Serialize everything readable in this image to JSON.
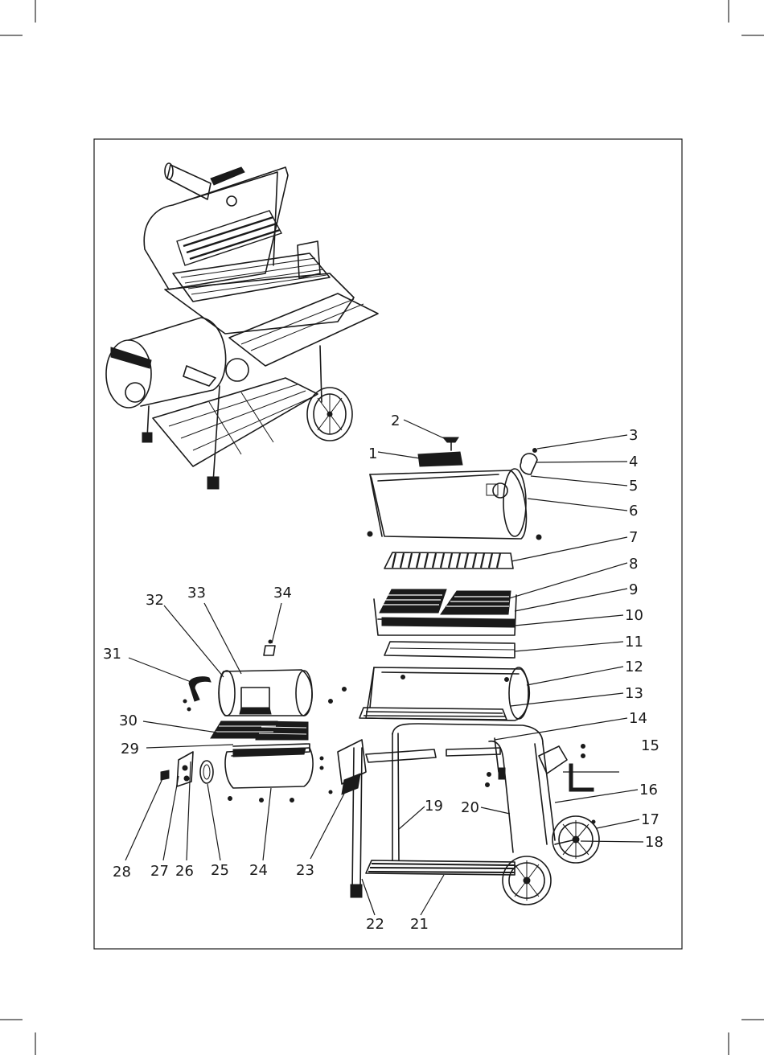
{
  "diagram": {
    "callouts": [
      {
        "id": "1",
        "text": "1"
      },
      {
        "id": "2",
        "text": "2"
      },
      {
        "id": "3",
        "text": "3"
      },
      {
        "id": "4",
        "text": "4"
      },
      {
        "id": "5",
        "text": "5"
      },
      {
        "id": "6",
        "text": "6"
      },
      {
        "id": "7",
        "text": "7"
      },
      {
        "id": "8",
        "text": "8"
      },
      {
        "id": "9",
        "text": "9"
      },
      {
        "id": "10",
        "text": "10"
      },
      {
        "id": "11",
        "text": "11"
      },
      {
        "id": "12",
        "text": "12"
      },
      {
        "id": "13",
        "text": "13"
      },
      {
        "id": "14",
        "text": "14"
      },
      {
        "id": "15",
        "text": "15"
      },
      {
        "id": "16",
        "text": "16"
      },
      {
        "id": "17",
        "text": "17"
      },
      {
        "id": "18",
        "text": "18"
      },
      {
        "id": "19",
        "text": "19"
      },
      {
        "id": "20",
        "text": "20"
      },
      {
        "id": "21",
        "text": "21"
      },
      {
        "id": "22",
        "text": "22"
      },
      {
        "id": "23",
        "text": "23"
      },
      {
        "id": "24",
        "text": "24"
      },
      {
        "id": "25",
        "text": "25"
      },
      {
        "id": "26",
        "text": "26"
      },
      {
        "id": "27",
        "text": "27"
      },
      {
        "id": "28",
        "text": "28"
      },
      {
        "id": "29",
        "text": "29"
      },
      {
        "id": "30",
        "text": "30"
      },
      {
        "id": "31",
        "text": "31"
      },
      {
        "id": "32",
        "text": "32"
      },
      {
        "id": "33",
        "text": "33"
      },
      {
        "id": "34",
        "text": "34"
      }
    ]
  }
}
